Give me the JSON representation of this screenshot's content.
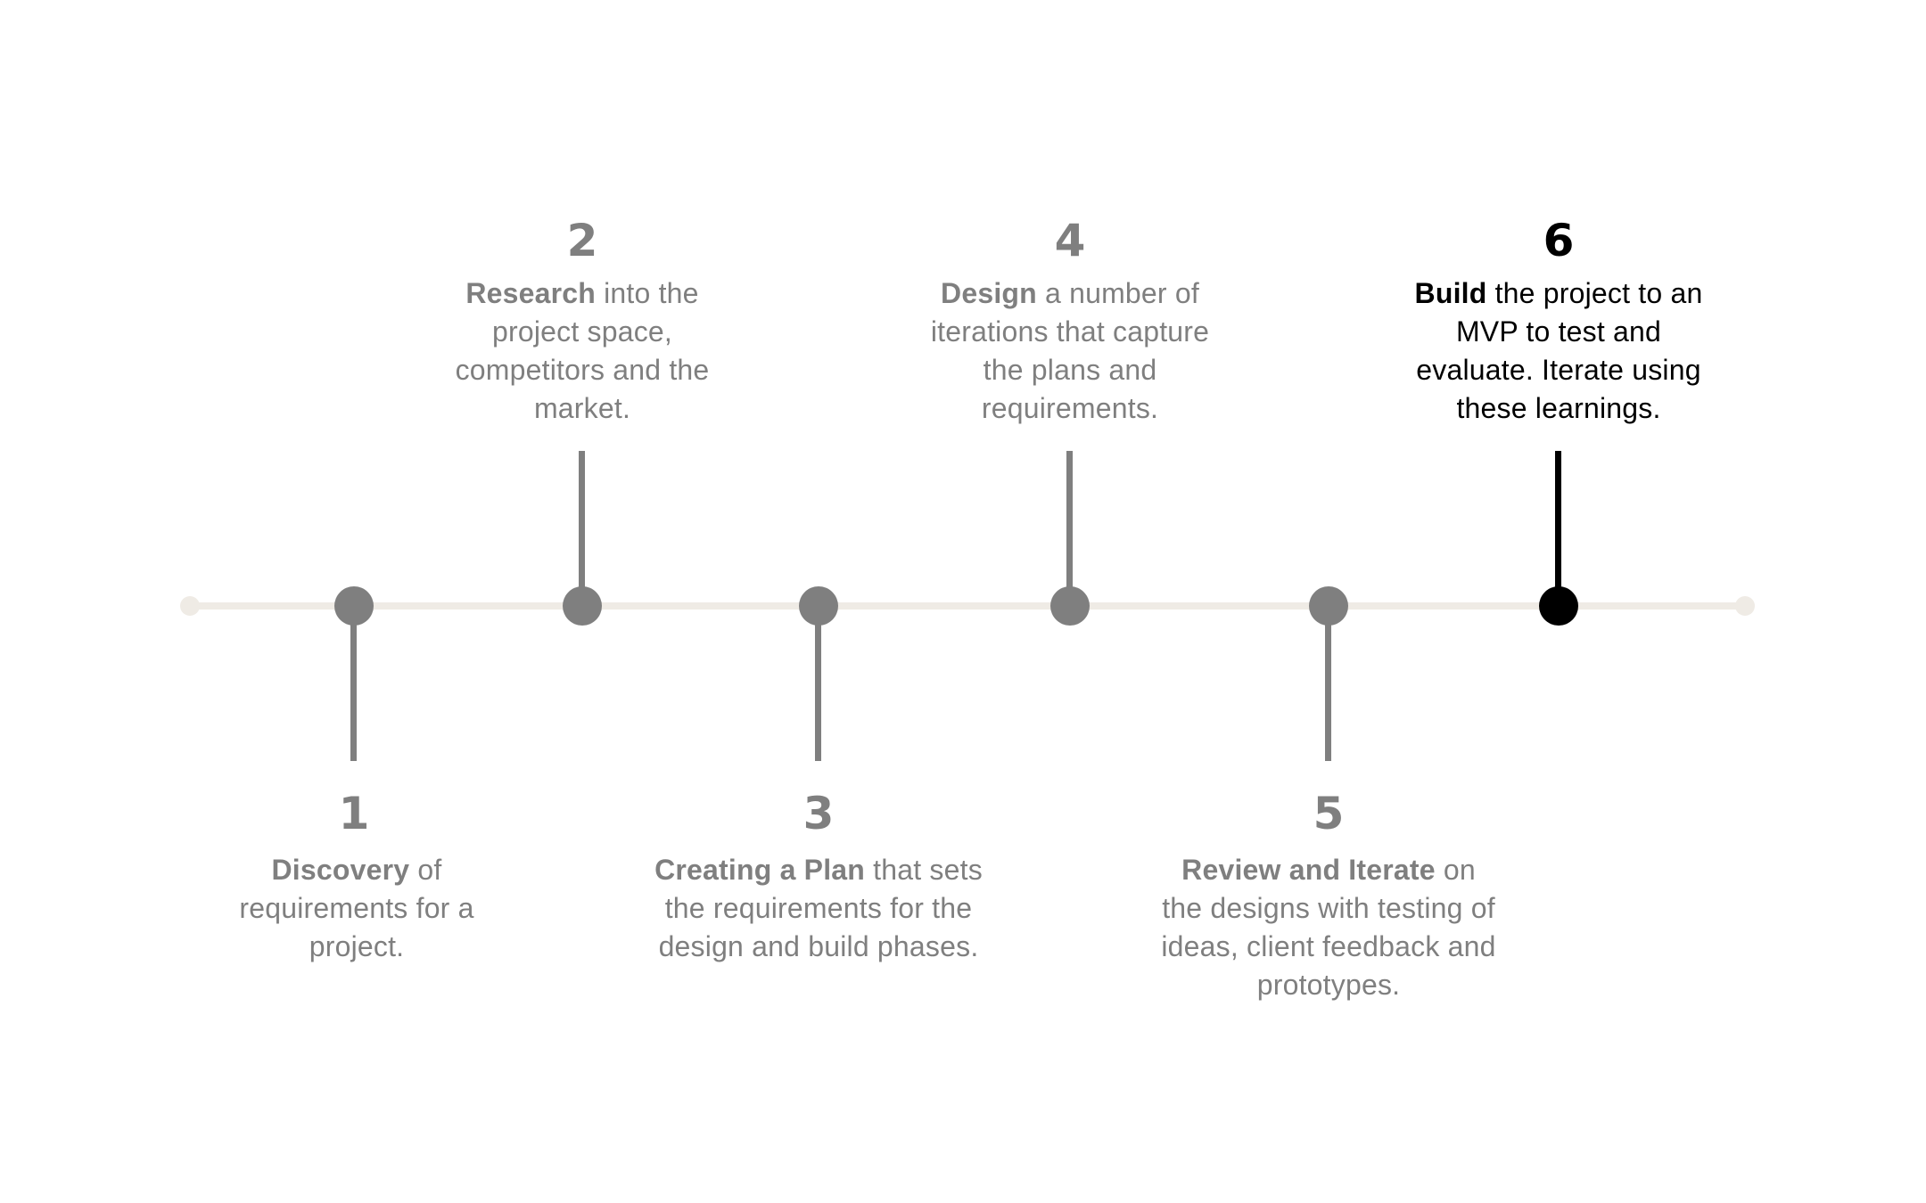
{
  "colors": {
    "track": "#efebe5",
    "muted": "#7f7f7f",
    "active": "#000000"
  },
  "steps": [
    {
      "number": "1",
      "title": "Discovery",
      "text": " of requirements for a project."
    },
    {
      "number": "2",
      "title": "Research",
      "text": " into the project space, competitors and the market."
    },
    {
      "number": "3",
      "title": "Creating a Plan",
      "text": " that sets the requirements for the design and build phases."
    },
    {
      "number": "4",
      "title": "Design",
      "text": " a number of iterations that capture the plans and requirements."
    },
    {
      "number": "5",
      "title": "Review and Iterate",
      "text": " on the designs with testing of ideas, client feedback and prototypes."
    },
    {
      "number": "6",
      "title": "Build",
      "text": " the project to an MVP to test and evaluate. Iterate using these learnings."
    }
  ]
}
